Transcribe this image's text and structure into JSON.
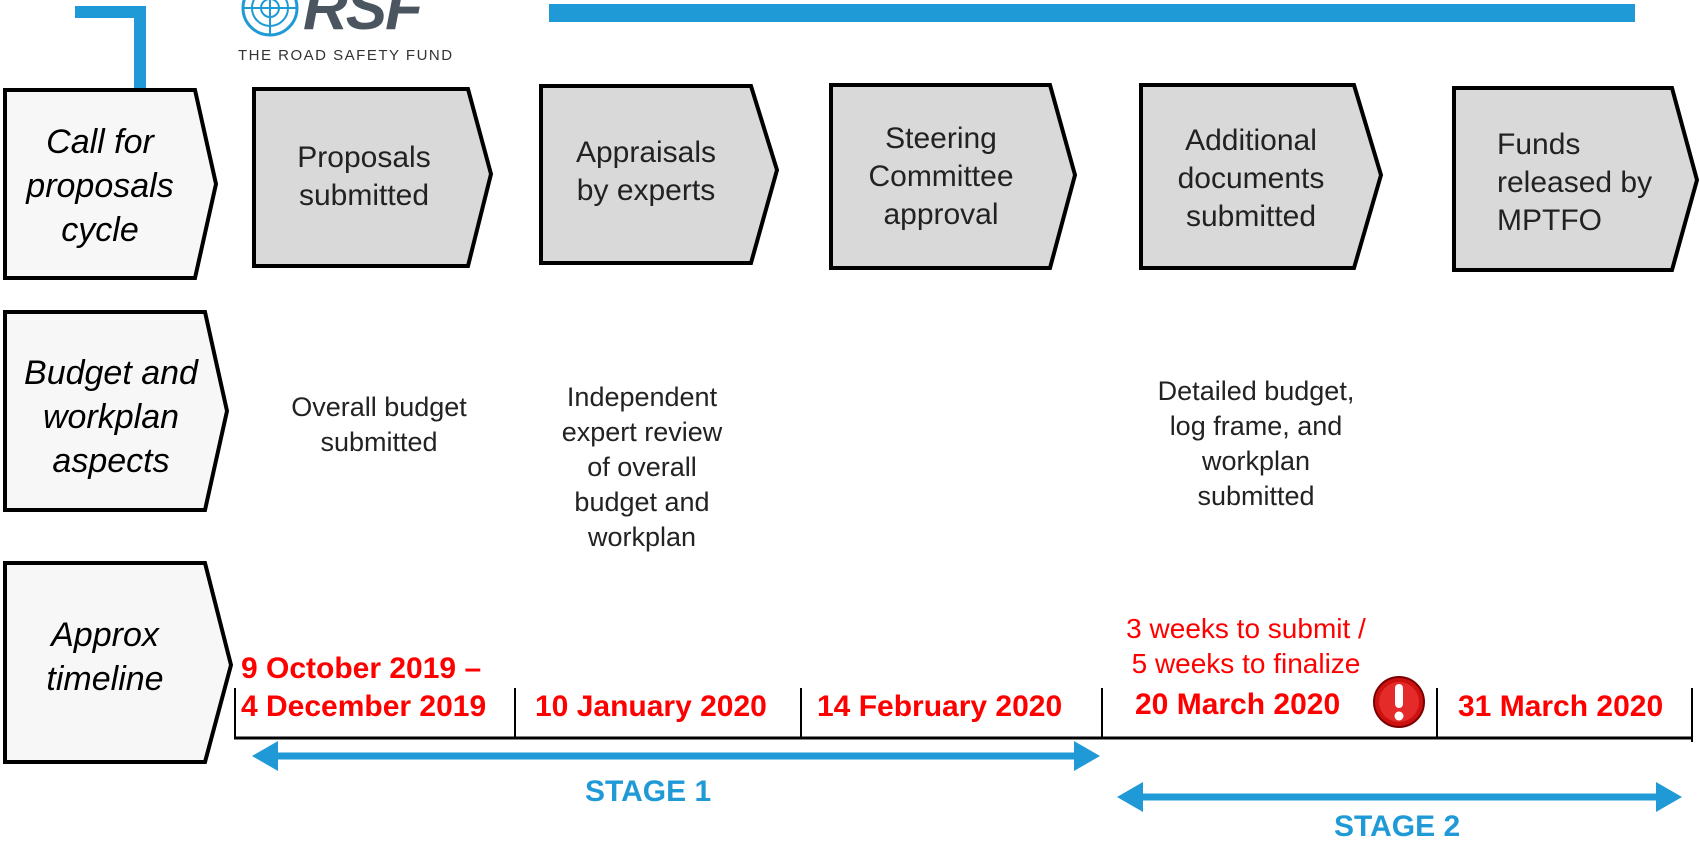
{
  "logo": {
    "mark": "RSF",
    "subtitle": "THE ROAD SAFETY FUND",
    "icon": "un-emblem-icon"
  },
  "rows": {
    "cycle": "Call for\nproposals\ncycle",
    "budget": "Budget and\nworkplan\naspects",
    "timeline": "Approx\ntimeline"
  },
  "steps": [
    {
      "label": "Proposals\nsubmitted"
    },
    {
      "label": "Appraisals\nby experts"
    },
    {
      "label": "Steering\nCommittee\napproval"
    },
    {
      "label": "Additional\ndocuments\nsubmitted"
    },
    {
      "label": "Funds\nreleased by\nMPTFO"
    }
  ],
  "aspects": {
    "proposals": "Overall budget\nsubmitted",
    "appraisals": "Independent\nexpert review\nof overall\nbudget and\nworkplan",
    "additional": "Detailed budget,\nlog frame, and\nworkplan\nsubmitted"
  },
  "dates": {
    "d1": "9 October 2019 –\n4 December 2019",
    "d2": "10 January 2020",
    "d3": "14 February 2020",
    "d4": "20 March 2020",
    "d5": "31 March 2020"
  },
  "note": "3 weeks to submit /\n5 weeks to finalize",
  "stages": {
    "stage1": "STAGE 1",
    "stage2": "STAGE 2"
  },
  "colors": {
    "accent_blue": "#1f9ad6",
    "date_red": "#ff0000",
    "box_fill": "#d9d9d9",
    "label_fill": "#f7f7f7"
  },
  "icons": {
    "warning": "exclamation-warning-icon"
  }
}
